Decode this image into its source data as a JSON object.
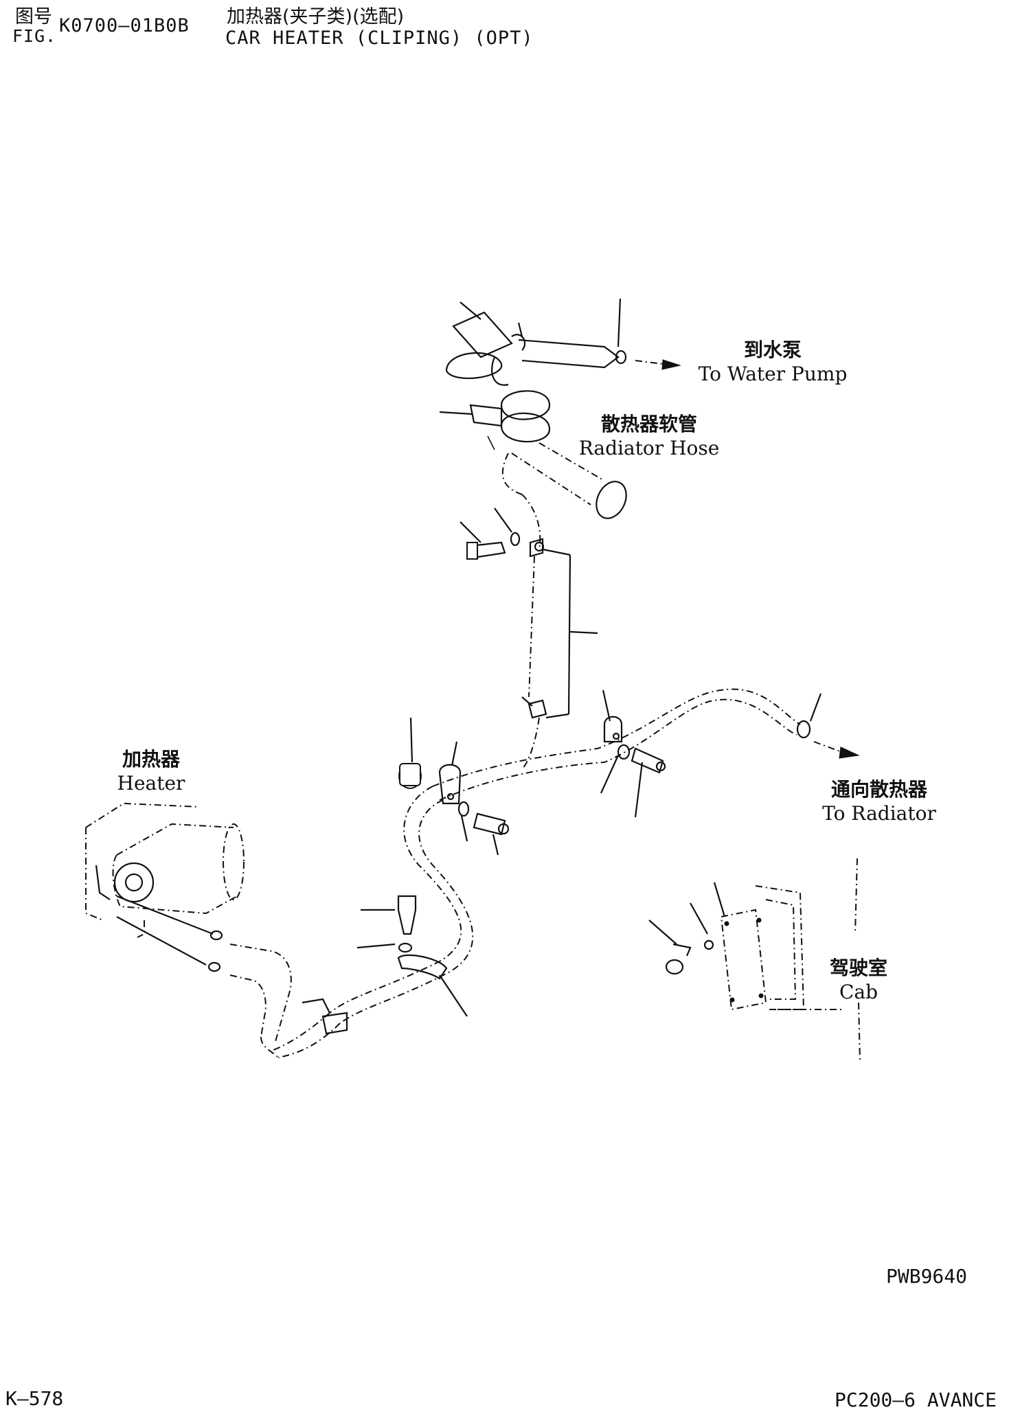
{
  "header": {
    "fig_cn": "图号",
    "fig_en": "FIG.",
    "fig_number": "K0700—01B0B",
    "title_cn": "加热器(夹子类)(选配)",
    "title_en": "CAR HEATER (CLIPING) (OPT)"
  },
  "labels": {
    "water_pump": {
      "cn": "到水泵",
      "en": "To Water Pump"
    },
    "radiator_hose": {
      "cn": "散热器软管",
      "en": "Radiator Hose"
    },
    "heater": {
      "cn": "加热器",
      "en": "Heater"
    },
    "to_radiator": {
      "cn": "通向散热器",
      "en": "To Radiator"
    },
    "cab": {
      "cn": "驾驶室",
      "en": "Cab"
    }
  },
  "footer": {
    "drawing_code": "PWB9640",
    "page_number": "K—578",
    "model": "PC200—6 AVANCE"
  }
}
